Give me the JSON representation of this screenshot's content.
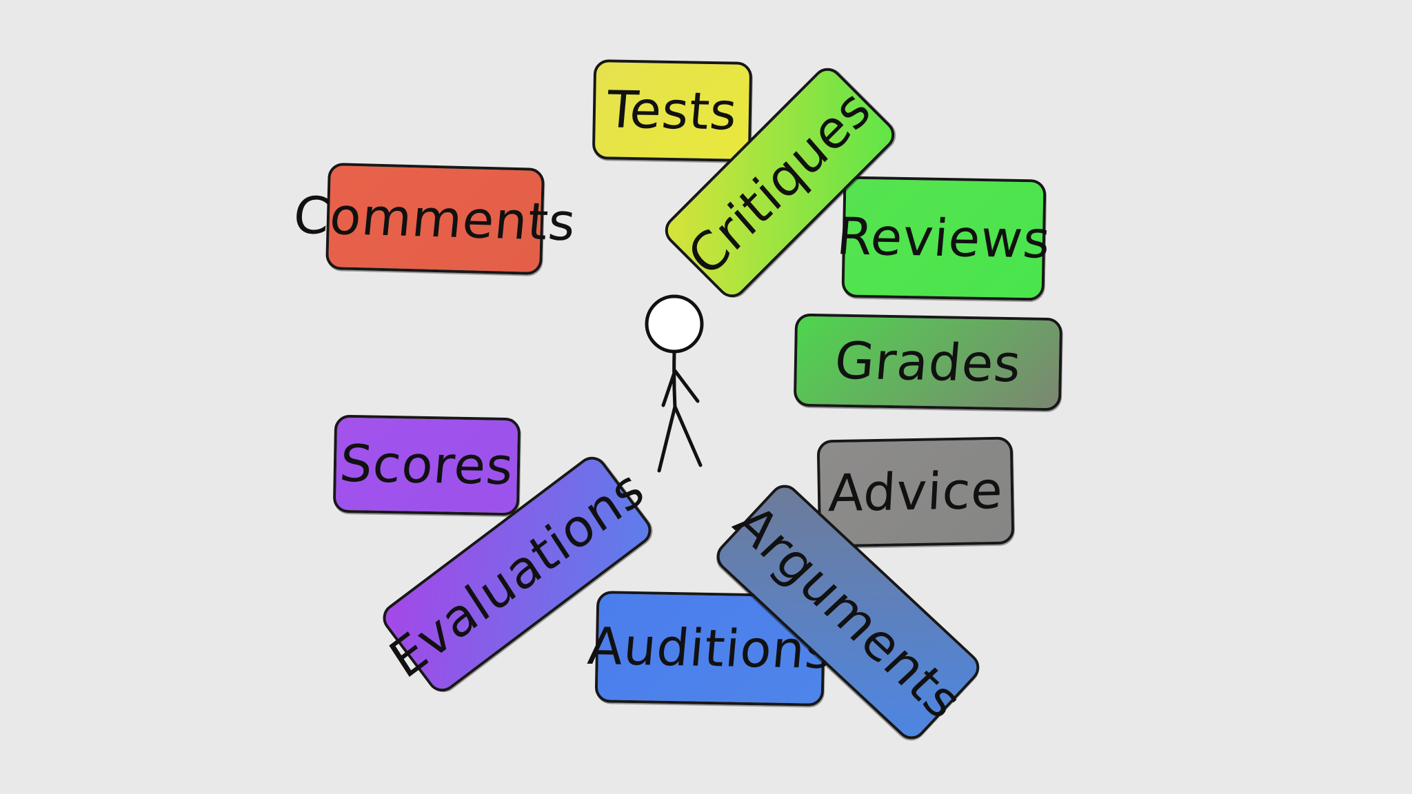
{
  "tags": [
    {
      "label": "Tests",
      "gradient": [
        "#e5e24f",
        "#e9e83b"
      ]
    },
    {
      "label": "Critiques",
      "gradient": [
        "#d9e33a",
        "#5ee548"
      ]
    },
    {
      "label": "Comments",
      "gradient": [
        "#e8624b",
        "#e45f48"
      ]
    },
    {
      "label": "Reviews",
      "gradient": [
        "#56e34f",
        "#49e54d"
      ]
    },
    {
      "label": "Grades",
      "gradient": [
        "#4fd54e",
        "#7b8672"
      ]
    },
    {
      "label": "Scores",
      "gradient": [
        "#a253ec",
        "#9c52ec"
      ]
    },
    {
      "label": "Evaluations",
      "gradient": [
        "#a547e7",
        "#5c7fea"
      ]
    },
    {
      "label": "Advice",
      "gradient": [
        "#8d8c8b",
        "#868685"
      ]
    },
    {
      "label": "Auditions",
      "gradient": [
        "#4b7ded",
        "#4f85e9"
      ]
    },
    {
      "label": "Arguments",
      "gradient": [
        "#6d7b98",
        "#4d86e3"
      ]
    }
  ],
  "figure_icon": "stick-figure"
}
